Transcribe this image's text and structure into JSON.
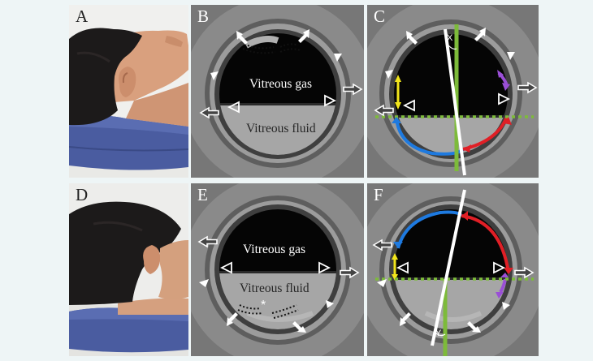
{
  "figure": {
    "panels": [
      {
        "id": "A",
        "label": "A",
        "kind": "photo",
        "posture": "supine"
      },
      {
        "id": "B",
        "label": "B",
        "kind": "mri",
        "texts": {
          "gas": "Vitreous gas",
          "fluid": "Vitreous fluid"
        }
      },
      {
        "id": "C",
        "label": "C",
        "kind": "mri-annotated",
        "angle_label": "X"
      },
      {
        "id": "D",
        "label": "D",
        "kind": "photo",
        "posture": "prone"
      },
      {
        "id": "E",
        "label": "E",
        "kind": "mri",
        "texts": {
          "gas": "Vitreous gas",
          "fluid": "Vitreous fluid"
        },
        "marker": "*"
      },
      {
        "id": "F",
        "label": "F",
        "kind": "mri-annotated",
        "angle_label": "Y"
      }
    ],
    "colors": {
      "background": "#eef5f6",
      "gas": "#050505",
      "fluid": "#a6a6a6",
      "arc_blue": "#1e7ae0",
      "arc_red": "#e01f26",
      "arc_purple": "#9a4fd6",
      "arrow_yellow": "#f2e51c",
      "line_green": "#7dbb3a",
      "line_white": "#ffffff",
      "pillow": "#4a5ca0"
    },
    "icons": [
      "filled-arrow-icon",
      "hollow-arrow-icon",
      "arrowhead-icon",
      "dotted-outline-icon"
    ]
  }
}
